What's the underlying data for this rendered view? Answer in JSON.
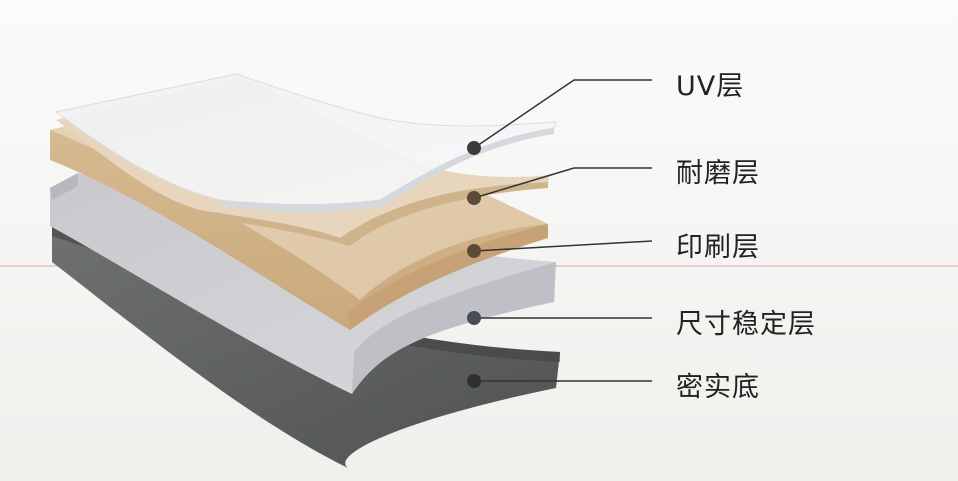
{
  "layers": [
    {
      "id": "uv",
      "label": "UV层"
    },
    {
      "id": "wear",
      "label": "耐磨层"
    },
    {
      "id": "print",
      "label": "印刷层"
    },
    {
      "id": "core",
      "label": "尺寸稳定层"
    },
    {
      "id": "base",
      "label": "密实底"
    }
  ]
}
